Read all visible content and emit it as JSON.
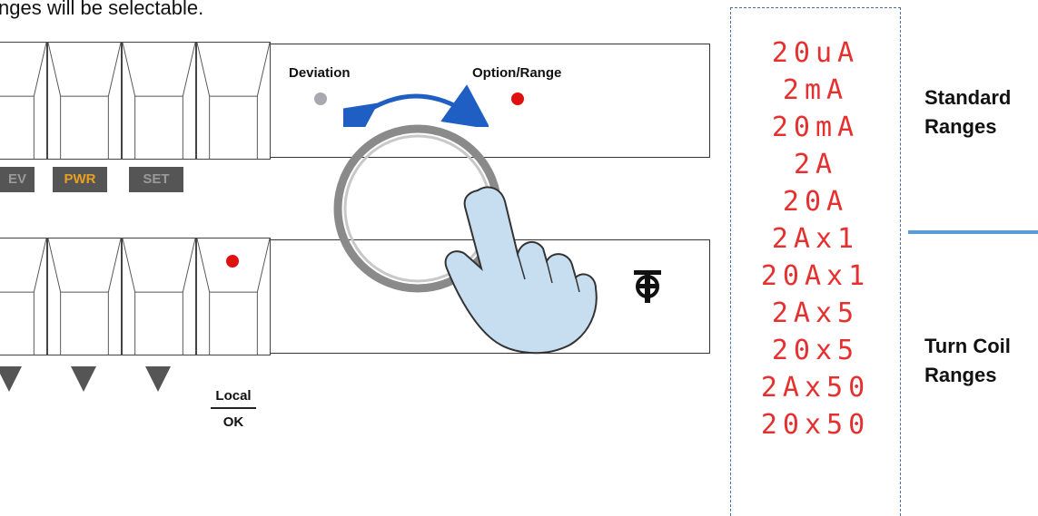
{
  "top_text": "nges will be selectable.",
  "indicators": {
    "deviation_label": "Deviation",
    "option_range_label": "Option/Range",
    "deviation_dot_color": "#a8a8b0",
    "option_range_dot_color": "#e01010"
  },
  "buttons": {
    "dev": "EV",
    "pwr": "PWR",
    "set": "SET",
    "pwr_color": "#e8a020"
  },
  "local_ok": {
    "top": "Local",
    "bottom": "OK"
  },
  "ranges": {
    "standard": [
      "20uA",
      "2mA",
      "20mA",
      "2A",
      "20A"
    ],
    "turn_coil": [
      "2Ax1",
      "20Ax1",
      "2Ax5",
      "20x5",
      "2Ax50",
      "20x50"
    ],
    "display_color": "#e53030"
  },
  "labels": {
    "standard": {
      "line1": "Standard",
      "line2": "Ranges"
    },
    "turn_coil": {
      "line1": "Turn Coil",
      "line2": "Ranges"
    }
  },
  "icons": [
    "dial-knob-icon",
    "rotate-arrow-icon",
    "hand-pointer-icon",
    "logo-icon",
    "down-triangle-icon"
  ]
}
